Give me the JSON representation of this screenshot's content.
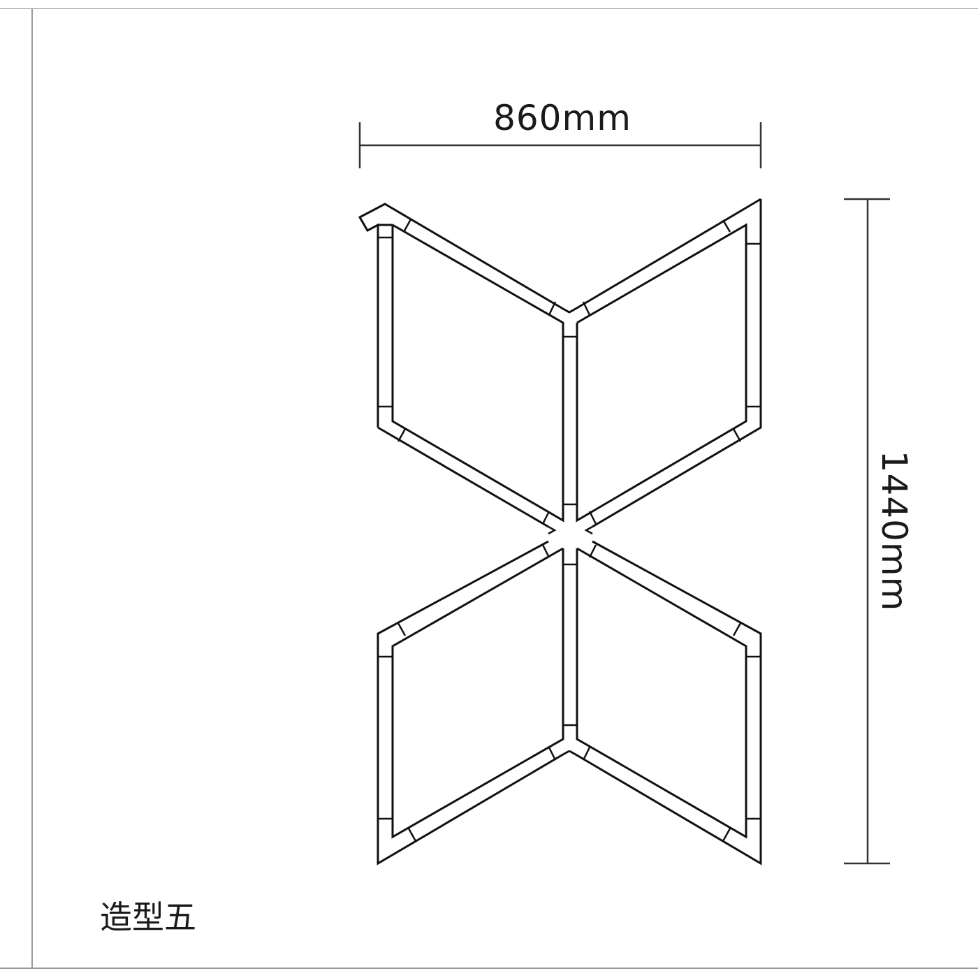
{
  "drawing": {
    "width_dimension": "860mm",
    "height_dimension": "1440mm",
    "caption": "造型五",
    "line_color": "#111111",
    "frame_color": "#9a9a9a"
  }
}
